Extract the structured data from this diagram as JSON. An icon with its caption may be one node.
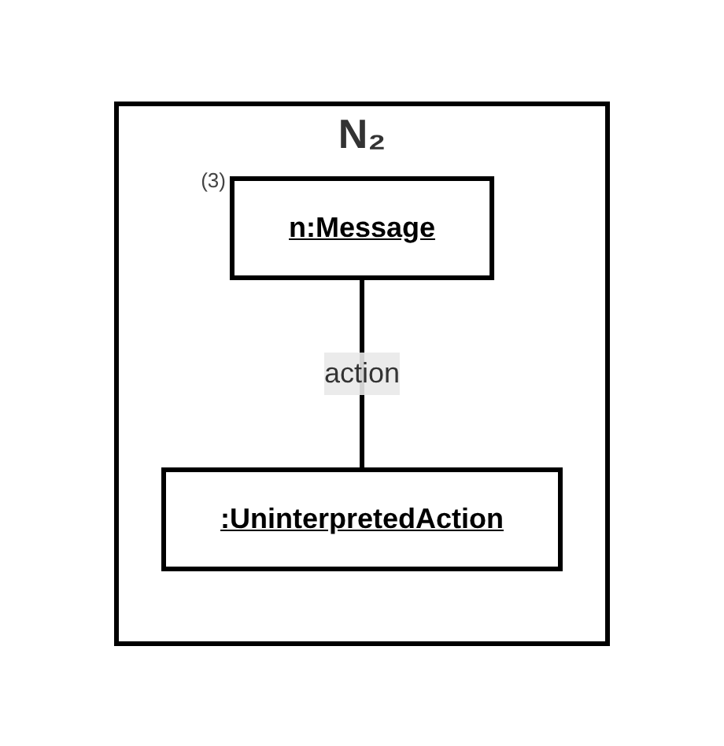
{
  "diagram": {
    "nodes": [
      {
        "text": [
          "N₂"
        ]
      },
      {
        "text": [
          "n:Message"
        ],
        "in": 0,
        "beside": [
          "(3)"
        ]
      },
      {
        "text": [
          ":UninterpretedAction"
        ],
        "in": 0
      }
    ],
    "edges": [
      {
        "from": 1,
        "to": 2,
        "arrow": "none",
        "label": "action"
      }
    ]
  }
}
